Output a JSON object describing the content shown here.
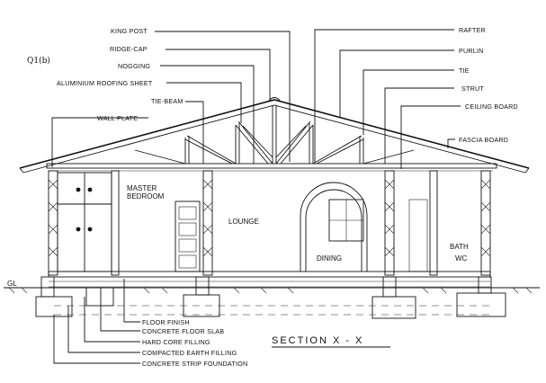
{
  "question_mark": "Q1(b)",
  "labels_top_left": [
    {
      "id": "king_post",
      "text": "KING POST"
    },
    {
      "id": "ridge_cap",
      "text": "RIDGE-CAP"
    },
    {
      "id": "nogging",
      "text": "NOGGING"
    },
    {
      "id": "aluminium_roofing_sheet",
      "text": "ALUMINIUM ROOFING SHEET"
    },
    {
      "id": "tie_beam",
      "text": "TIE-BEAM"
    },
    {
      "id": "wall_plate",
      "text": "WALL PLATE"
    }
  ],
  "labels_top_right": [
    {
      "id": "rafter",
      "text": "RAFTER"
    },
    {
      "id": "purlin",
      "text": "PURLIN"
    },
    {
      "id": "tie",
      "text": "TIE"
    },
    {
      "id": "strut",
      "text": "STRUT"
    },
    {
      "id": "ceiling_board",
      "text": "CEILING BOARD"
    },
    {
      "id": "fascia_board",
      "text": "FASCIA BOARD"
    }
  ],
  "labels_bottom": [
    {
      "id": "floor_finish",
      "text": "FLOOR FINISH"
    },
    {
      "id": "concrete_floor_slab",
      "text": "CONCRETE FLOOR SLAB"
    },
    {
      "id": "hard_core_filling",
      "text": "HARD CORE FILLING"
    },
    {
      "id": "compacted_earth_filling",
      "text": "COMPACTED EARTH FILLING"
    },
    {
      "id": "concrete_strip_foundation",
      "text": "CONCRETE STRIP FOUNDATION"
    }
  ],
  "rooms": {
    "master_bedroom_line1": "MASTER",
    "master_bedroom_line2": "BEDROOM",
    "lounge": "LOUNGE",
    "dining": "DINING",
    "bath_line1": "BATH",
    "bath_line2": "WC"
  },
  "ground_level": "GL",
  "section_title": "SECTION    X - X"
}
